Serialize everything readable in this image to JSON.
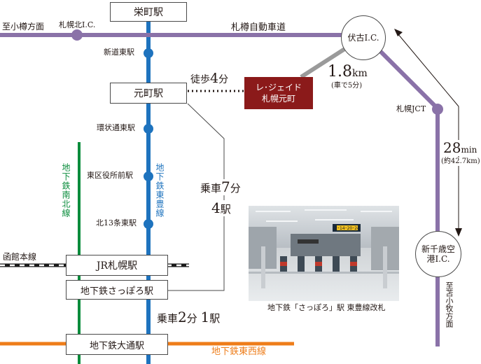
{
  "stations": {
    "sakaemachi": "栄町駅",
    "motomachi": "元町駅",
    "jr_sapporo": "JR札幌駅",
    "subway_sapporo": "地下鉄さっぽろ駅",
    "odori": "地下鉄大通駅",
    "shindohigashi": "新道東駅",
    "kanjodori": "環状通東駅",
    "higashikuyakusho": "東区役所前駅",
    "kita13": "北13条東駅"
  },
  "lines": {
    "toho": "地下鉄東豊線",
    "namboku": "地下鉄南北線",
    "tozai": "地下鉄東西線",
    "hakodate": "函館本線",
    "expressway": "札樽自動車道"
  },
  "ic": {
    "fushiko": "伏古I.C.",
    "sapporo_kita": "札幌北I.C.",
    "sapporo_jct": "札幌JCT",
    "shinchitose": "新千歳空港I.C."
  },
  "directions": {
    "otaru": "至小樽方面",
    "tomakomai": "至苫小牧方面"
  },
  "property": {
    "name_line1": "レ･ジェイド",
    "name_line2": "札幌元町"
  },
  "walk": {
    "prefix": "徒歩",
    "value": "4",
    "unit": "分"
  },
  "distance": {
    "value": "1.8",
    "unit": "km",
    "note": "(車で5分)"
  },
  "ride_motomachi": {
    "prefix": "乗車",
    "value": "7",
    "unit": "分",
    "stops": "4",
    "stops_unit": "駅"
  },
  "ride_odori": {
    "prefix": "乗車",
    "value": "2",
    "unit": "分",
    "stops": "1",
    "stops_unit": "駅"
  },
  "airport": {
    "value": "28",
    "unit": "min",
    "note": "(約42.7km)"
  },
  "photo": {
    "caption": "地下鉄「さっぽろ」駅 東豊線改札",
    "sign_text": "2･14･20･24"
  },
  "colors": {
    "toho": "#1e73be",
    "namboku": "#0a8c3c",
    "tozai": "#ee7d1a",
    "expressway": "#8a72a8",
    "access_road": "#9a9a9a",
    "property": "#8b1a1a"
  }
}
